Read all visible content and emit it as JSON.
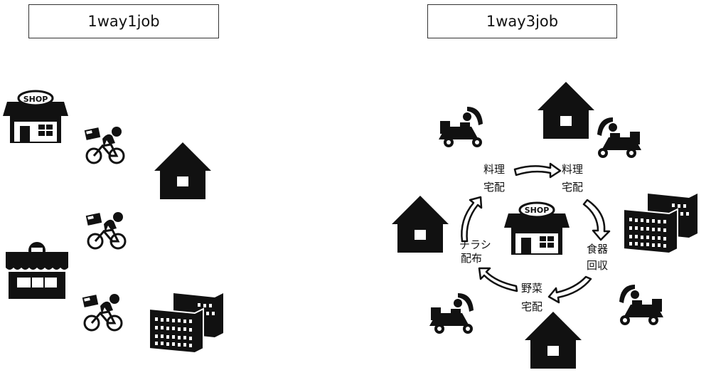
{
  "left_title": "1way1job",
  "right_title": "1way3job",
  "shop_sign": "SHOP",
  "cycle_labels": {
    "cooking_delivery_left": [
      "料理",
      "宅配"
    ],
    "cooking_delivery_right": [
      "料理",
      "宅配"
    ],
    "dish_collection": [
      "食器",
      "回収"
    ],
    "vegetable_delivery": [
      "野菜",
      "宅配"
    ],
    "flyer_distribution": [
      "チラシ",
      "配布"
    ]
  }
}
